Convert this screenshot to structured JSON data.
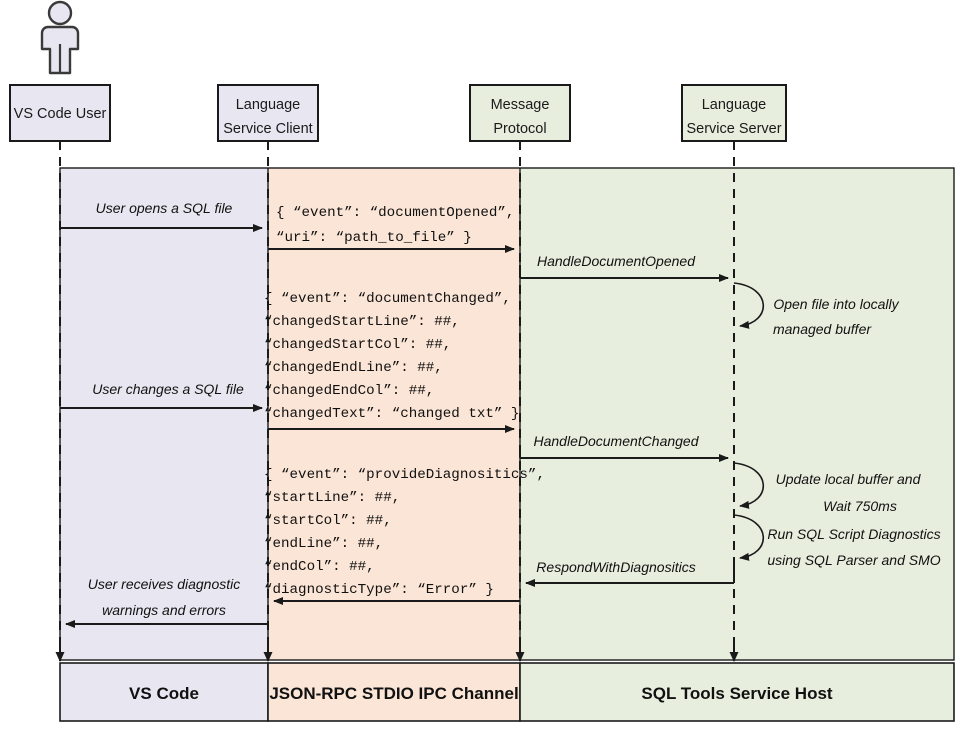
{
  "diagram": {
    "title": "SQL Tools Service language service sequence diagram",
    "type": "uml-sequence-diagram"
  },
  "colors": {
    "lavender_band": "#e8e6f0",
    "peach_band": "#fbe5d6",
    "green_band": "#e8eede",
    "outline": "#1a1a1a",
    "actor_fill": "#e8e6f0",
    "page_background": "#ffffff"
  },
  "actor": {
    "icon": "person-icon",
    "name": "VS Code User"
  },
  "participants": [
    {
      "id": "vscode-user",
      "label_line1": "VS Code User",
      "label_line2": "",
      "band": "lavender"
    },
    {
      "id": "language-service-client",
      "label_line1": "Language",
      "label_line2": "Service Client",
      "band": "lavender"
    },
    {
      "id": "message-protocol",
      "label_line1": "Message",
      "label_line2": "Protocol",
      "band": "green"
    },
    {
      "id": "language-service-server",
      "label_line1": "Language",
      "label_line2": "Service Server",
      "band": "green"
    }
  ],
  "messages": [
    {
      "id": "user-opens-sql-file",
      "label": "User opens a SQL file",
      "from": "vscode-user",
      "to": "language-service-client",
      "direction": "right"
    },
    {
      "id": "handle-document-opened",
      "label": "HandleDocumentOpened",
      "from": "message-protocol",
      "to": "language-service-server",
      "direction": "right"
    },
    {
      "id": "user-changes-sql-file",
      "label": "User changes a SQL file",
      "from": "vscode-user",
      "to": "language-service-client",
      "direction": "right"
    },
    {
      "id": "handle-document-changed",
      "label": "HandleDocumentChanged",
      "from": "message-protocol",
      "to": "language-service-server",
      "direction": "right"
    },
    {
      "id": "respond-with-diagnositics",
      "label": "RespondWithDiagnositics",
      "from": "language-service-server",
      "to": "message-protocol",
      "direction": "left"
    },
    {
      "id": "user-receives-diagnostics",
      "label_line1": "User receives diagnostic",
      "label_line2": "warnings and errors",
      "from": "language-service-client",
      "to": "vscode-user",
      "direction": "left"
    }
  ],
  "json_payloads": [
    {
      "id": "document-opened-payload",
      "lines": [
        "{ “event”: “documentOpened”,",
        "  “uri”: “path_to_file” }"
      ]
    },
    {
      "id": "document-changed-payload",
      "lines": [
        "{ “event”: “documentChanged”,",
        "  “changedStartLine”: ##,",
        "  “changedStartCol”: ##,",
        "  “changedEndLine”: ##,",
        "  “changedEndCol”: ##,",
        "  “changedText”: “changed txt” }"
      ]
    },
    {
      "id": "provide-diagnositics-payload",
      "lines": [
        "{ “event”: “provideDiagnositics”,",
        "  “startLine”: ##,",
        "  “startCol”: ##,",
        "  “endLine”: ##,",
        "  “endCol”: ##,",
        "  “diagnosticType”: “Error” }"
      ]
    }
  ],
  "self_messages": [
    {
      "id": "open-file-buffer",
      "line1": "Open file into locally",
      "line2": "managed buffer",
      "on": "language-service-server"
    },
    {
      "id": "update-buffer-wait",
      "line1": "Update local buffer and",
      "line2": "Wait 750ms",
      "on": "language-service-server"
    },
    {
      "id": "run-sql-diagnostics",
      "line1": "Run SQL Script Diagnostics",
      "line2": "using SQL Parser and SMO",
      "on": "language-service-server"
    }
  ],
  "footer": [
    {
      "id": "footer-vs-code",
      "label": "VS Code",
      "band": "lavender"
    },
    {
      "id": "footer-json-rpc",
      "label": "JSON-RPC STDIO IPC Channel",
      "band": "peach"
    },
    {
      "id": "footer-sql-tools",
      "label": "SQL Tools Service Host",
      "band": "green"
    }
  ]
}
